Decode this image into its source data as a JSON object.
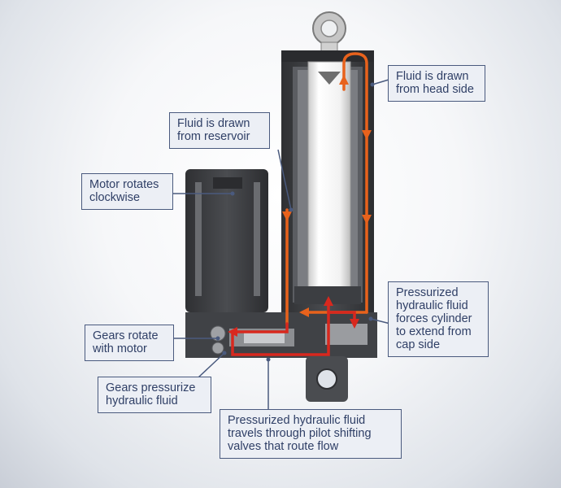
{
  "labels": {
    "head_side": [
      "Fluid is drawn",
      "from head side"
    ],
    "reservoir": [
      "Fluid is drawn",
      "from reservoir"
    ],
    "motor": [
      "Motor rotates",
      "clockwise"
    ],
    "pressurized_fluid": [
      "Pressurized",
      "hydraulic fluid",
      "forces cylinder",
      "to extend from",
      "cap side"
    ],
    "gears_rotate": [
      "Gears rotate",
      "with motor"
    ],
    "gears_pressurize": [
      "Gears pressurize",
      "hydraulic fluid"
    ],
    "pilot_valves": [
      "Pressurized hydraulic fluid",
      "travels through pilot shifting",
      "valves that route flow"
    ]
  },
  "colors": {
    "callout_border": "#4a5a7e",
    "callout_fill": "#eceff5",
    "callout_text": "#2f3f66",
    "flow_drawn": "#e8621c",
    "flow_pressurized": "#d8281e",
    "body_dark": "#3d3f43",
    "rod_light": "#f4f4f4"
  }
}
